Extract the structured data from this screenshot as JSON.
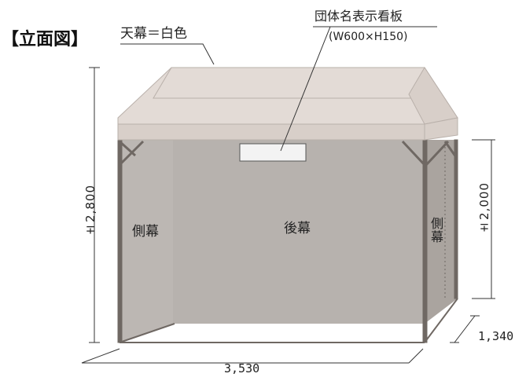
{
  "title": "【立面図】",
  "labels": {
    "roof": "天幕＝白色",
    "sign": "団体名表示看板",
    "sign_size": "(W600×H150)",
    "side_left": "側幕",
    "back": "後幕",
    "side_right": "側幕"
  },
  "dimensions": {
    "height": "±2,800",
    "side_height": "±2,000",
    "depth": "1,340",
    "width": "3,530"
  },
  "colors": {
    "roof": "#e3dbd6",
    "roof_front": "#d8cfc9",
    "back_curtain": "#b7b2ae",
    "side_left": "#bcb7b3",
    "side_right": "#aaa49f",
    "frame": "#6f6863",
    "sign_board": "#f3f3f3",
    "line": "#333333"
  }
}
